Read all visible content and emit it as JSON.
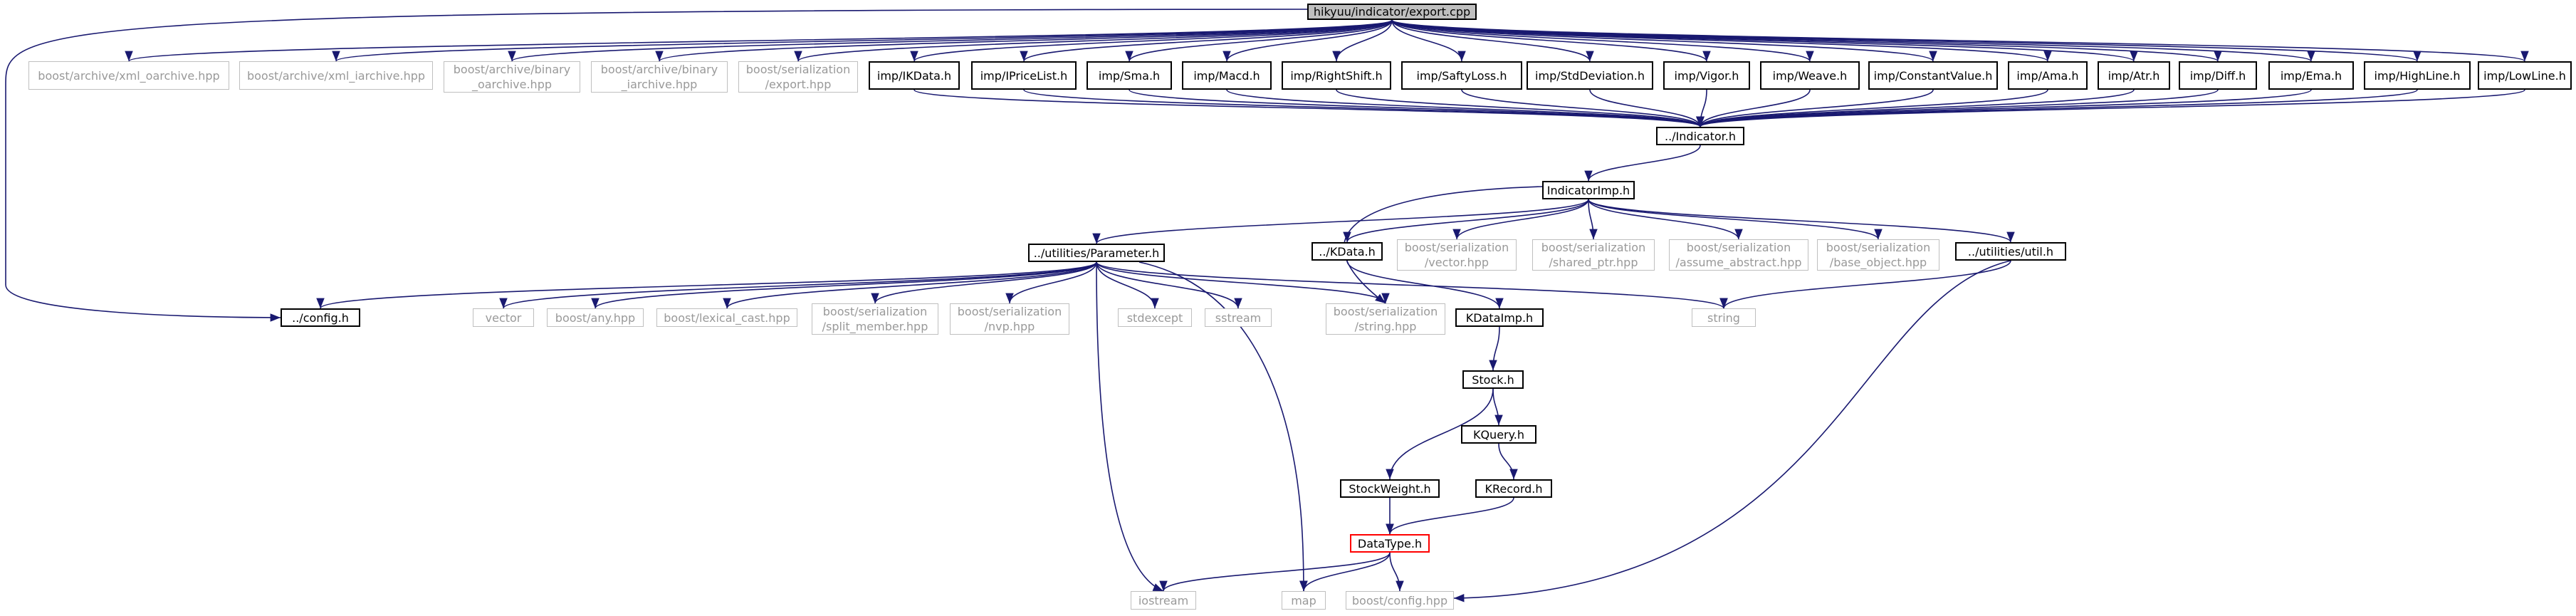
{
  "nodes": {
    "root": "hikyuu/indicator/export.cpp",
    "xml_oarchive": "boost/archive/xml_oarchive.hpp",
    "xml_iarchive": "boost/archive/xml_iarchive.hpp",
    "binary_oarchive": "boost/archive/binary\n_oarchive.hpp",
    "binary_iarchive": "boost/archive/binary\n_iarchive.hpp",
    "export_hpp": "boost/serialization\n/export.hpp",
    "ikdata": "imp/IKData.h",
    "ipricelist": "imp/IPriceList.h",
    "sma": "imp/Sma.h",
    "macd": "imp/Macd.h",
    "rightshift": "imp/RightShift.h",
    "saftyloss": "imp/SaftyLoss.h",
    "stddeviation": "imp/StdDeviation.h",
    "vigor": "imp/Vigor.h",
    "weave": "imp/Weave.h",
    "constantvalue": "imp/ConstantValue.h",
    "ama": "imp/Ama.h",
    "atr": "imp/Atr.h",
    "diff": "imp/Diff.h",
    "ema": "imp/Ema.h",
    "highline": "imp/HighLine.h",
    "lowline": "imp/LowLine.h",
    "indicator_h": "../Indicator.h",
    "indicatorimp_h": "IndicatorImp.h",
    "parameter_h": "../utilities/Parameter.h",
    "kdata_h": "../KData.h",
    "ser_vector": "boost/serialization\n/vector.hpp",
    "ser_shared_ptr": "boost/serialization\n/shared_ptr.hpp",
    "ser_assume_abstract": "boost/serialization\n/assume_abstract.hpp",
    "ser_base_object": "boost/serialization\n/base_object.hpp",
    "util_h": "../utilities/util.h",
    "config_h": "../config.h",
    "vector": "vector",
    "boost_any": "boost/any.hpp",
    "lexical_cast": "boost/lexical_cast.hpp",
    "split_member": "boost/serialization\n/split_member.hpp",
    "nvp": "boost/serialization\n/nvp.hpp",
    "stdexcept": "stdexcept",
    "sstream": "sstream",
    "ser_string": "boost/serialization\n/string.hpp",
    "string": "string",
    "kdataimp_h": "KDataImp.h",
    "stock_h": "Stock.h",
    "kquery_h": "KQuery.h",
    "stockweight_h": "StockWeight.h",
    "krecord_h": "KRecord.h",
    "datatype_h": "DataType.h",
    "iostream": "iostream",
    "map": "map",
    "boost_config": "boost/config.hpp"
  },
  "colors": {
    "edge": "#191970",
    "local_border": "#000000",
    "system_border": "#bfbfbf",
    "system_text": "#999999",
    "root_fill": "#bfbfbf",
    "missing_border": "#ff0000"
  }
}
